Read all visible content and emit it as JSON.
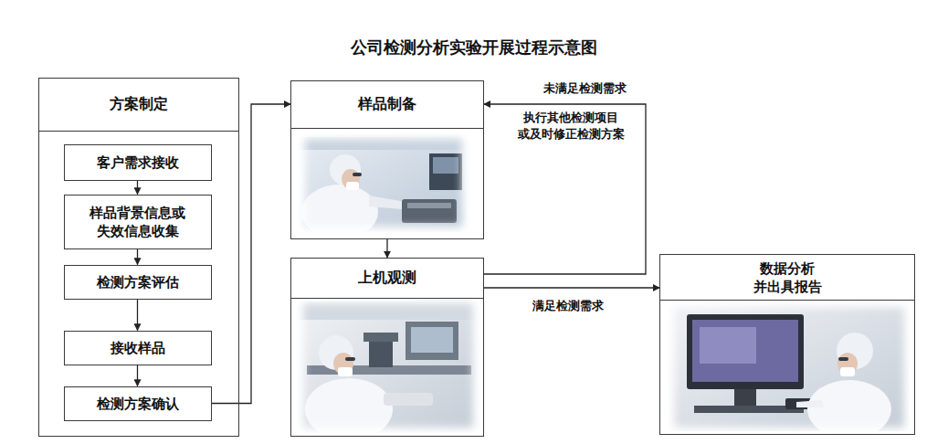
{
  "diagram": {
    "title": "公司检测分析实验开展过程示意图",
    "nodes": [
      {
        "text": [
          "方案制定"
        ]
      },
      {
        "text": [
          "客户需求接收"
        ],
        "in": 0
      },
      {
        "text": [
          "样品背景信息或 失效信息收集"
        ],
        "in": 0
      },
      {
        "text": [
          "检测方案评估"
        ],
        "in": 0
      },
      {
        "text": [
          "接收样品"
        ],
        "in": 0
      },
      {
        "text": [
          "检测方案确认"
        ],
        "in": 0
      },
      {
        "text": [
          "样品制备"
        ]
      },
      {
        "text": [
          "上机观测"
        ]
      },
      {
        "text": [
          "数据分析 并出具报告"
        ]
      }
    ],
    "edges": [
      {
        "from": 1,
        "to": 2,
        "arrow": "to"
      },
      {
        "from": 2,
        "to": 3,
        "arrow": "to"
      },
      {
        "from": 3,
        "to": 4,
        "arrow": "to"
      },
      {
        "from": 4,
        "to": 5,
        "arrow": "to"
      },
      {
        "from": 5,
        "to": 6,
        "arrow": "to"
      },
      {
        "from": 6,
        "to": 7,
        "arrow": "to"
      },
      {
        "from": 7,
        "to": 6,
        "label": "未满足检测需求",
        "arrow": "to"
      },
      {
        "from": 7,
        "to": 8,
        "label": "满足检测需求",
        "arrow": "to"
      }
    ],
    "labels": [
      "执行其他检测项目 或及时修正检测方案"
    ]
  }
}
